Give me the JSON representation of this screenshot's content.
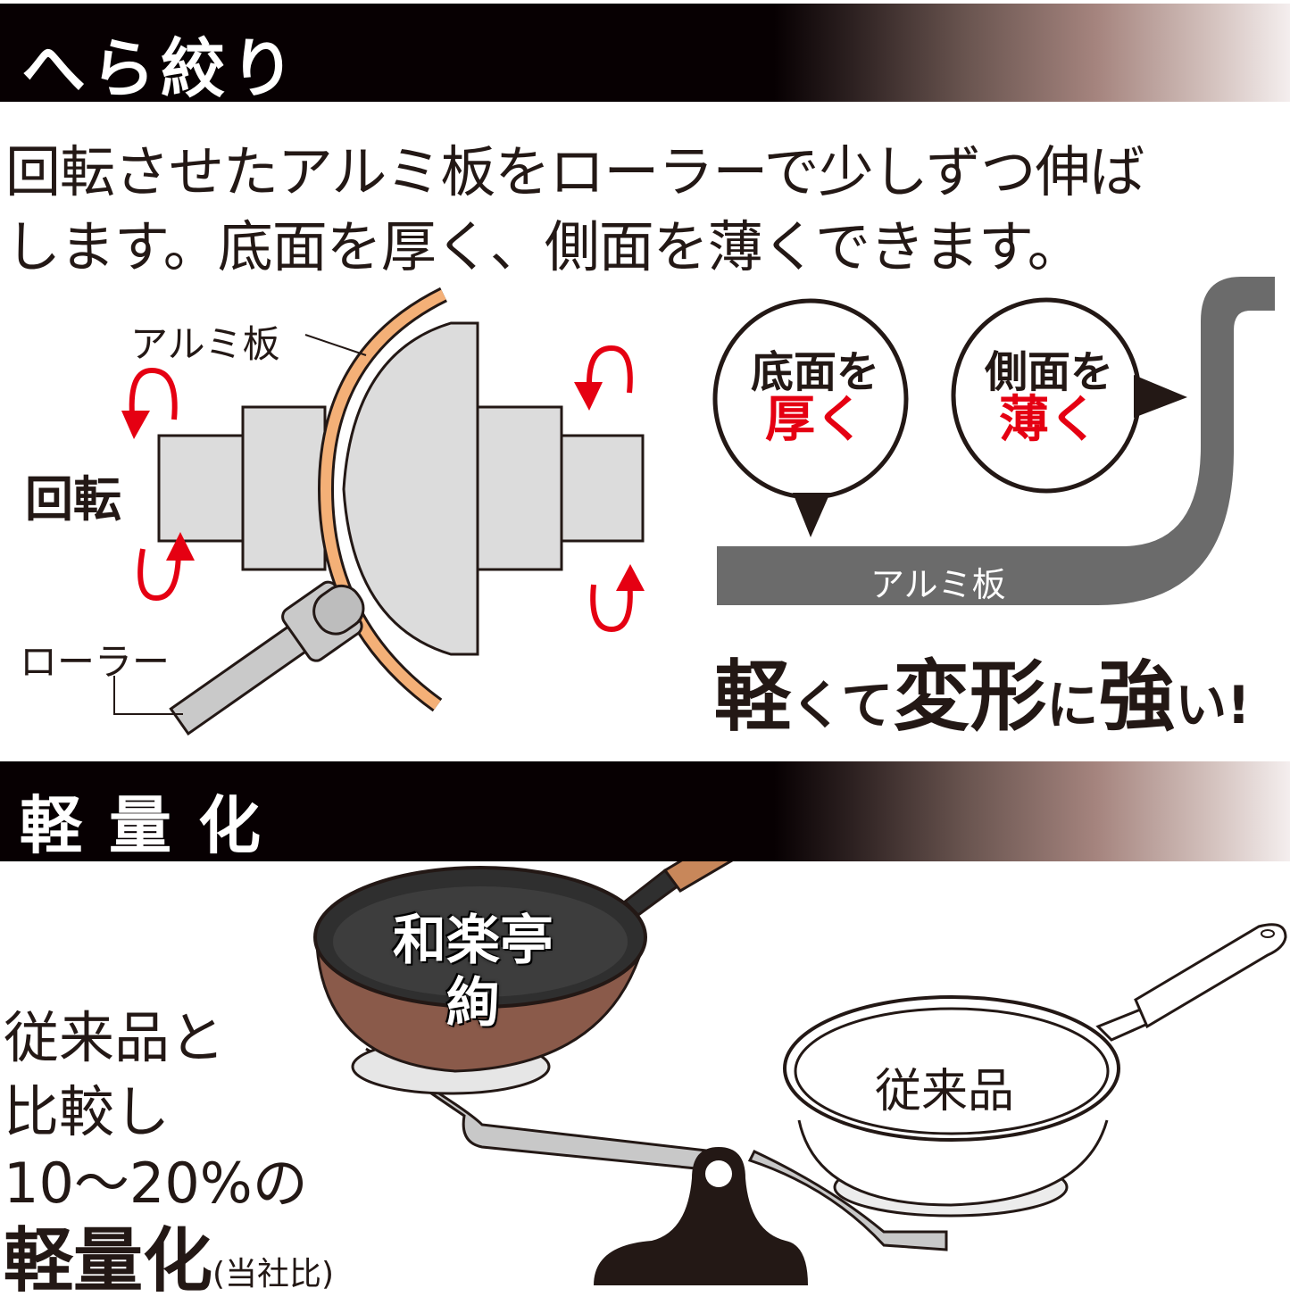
{
  "section1": {
    "title": "へら絞り",
    "description_line1": "回転させたアルミ板をローラーで少しずつ伸ば",
    "description_line2": "します。底面を厚く、側面を薄くできます。",
    "diagram": {
      "label_plate": "アルミ板",
      "label_rotation": "回転",
      "label_roller": "ローラー"
    },
    "cross_section": {
      "bubble_bottom_line1": "底面を",
      "bubble_bottom_line2": "厚く",
      "bubble_side_line1": "側面を",
      "bubble_side_line2": "薄く",
      "plate_label": "アルミ板"
    },
    "slogan": {
      "p1": "軽",
      "p2": "くて",
      "p3": "変形",
      "p4": "に",
      "p5": "強",
      "p6": "い!"
    }
  },
  "section2": {
    "title": "軽量化",
    "text_line1": "従来品と",
    "text_line2": "比較し",
    "text_line3": "10～20%の",
    "text_line4": "軽量化",
    "text_note": "(当社比)",
    "pan_new_label_line1": "和楽亭",
    "pan_new_label_line2": "絢",
    "pan_old_label": "従来品"
  },
  "colors": {
    "accent_red": "#e50012",
    "plate_orange": "#f4b077",
    "part_gray": "#dcdcdc",
    "dark_gray": "#6b6b6b",
    "pan_brown": "#8a5a4a",
    "handle_tan": "#c8875a"
  }
}
